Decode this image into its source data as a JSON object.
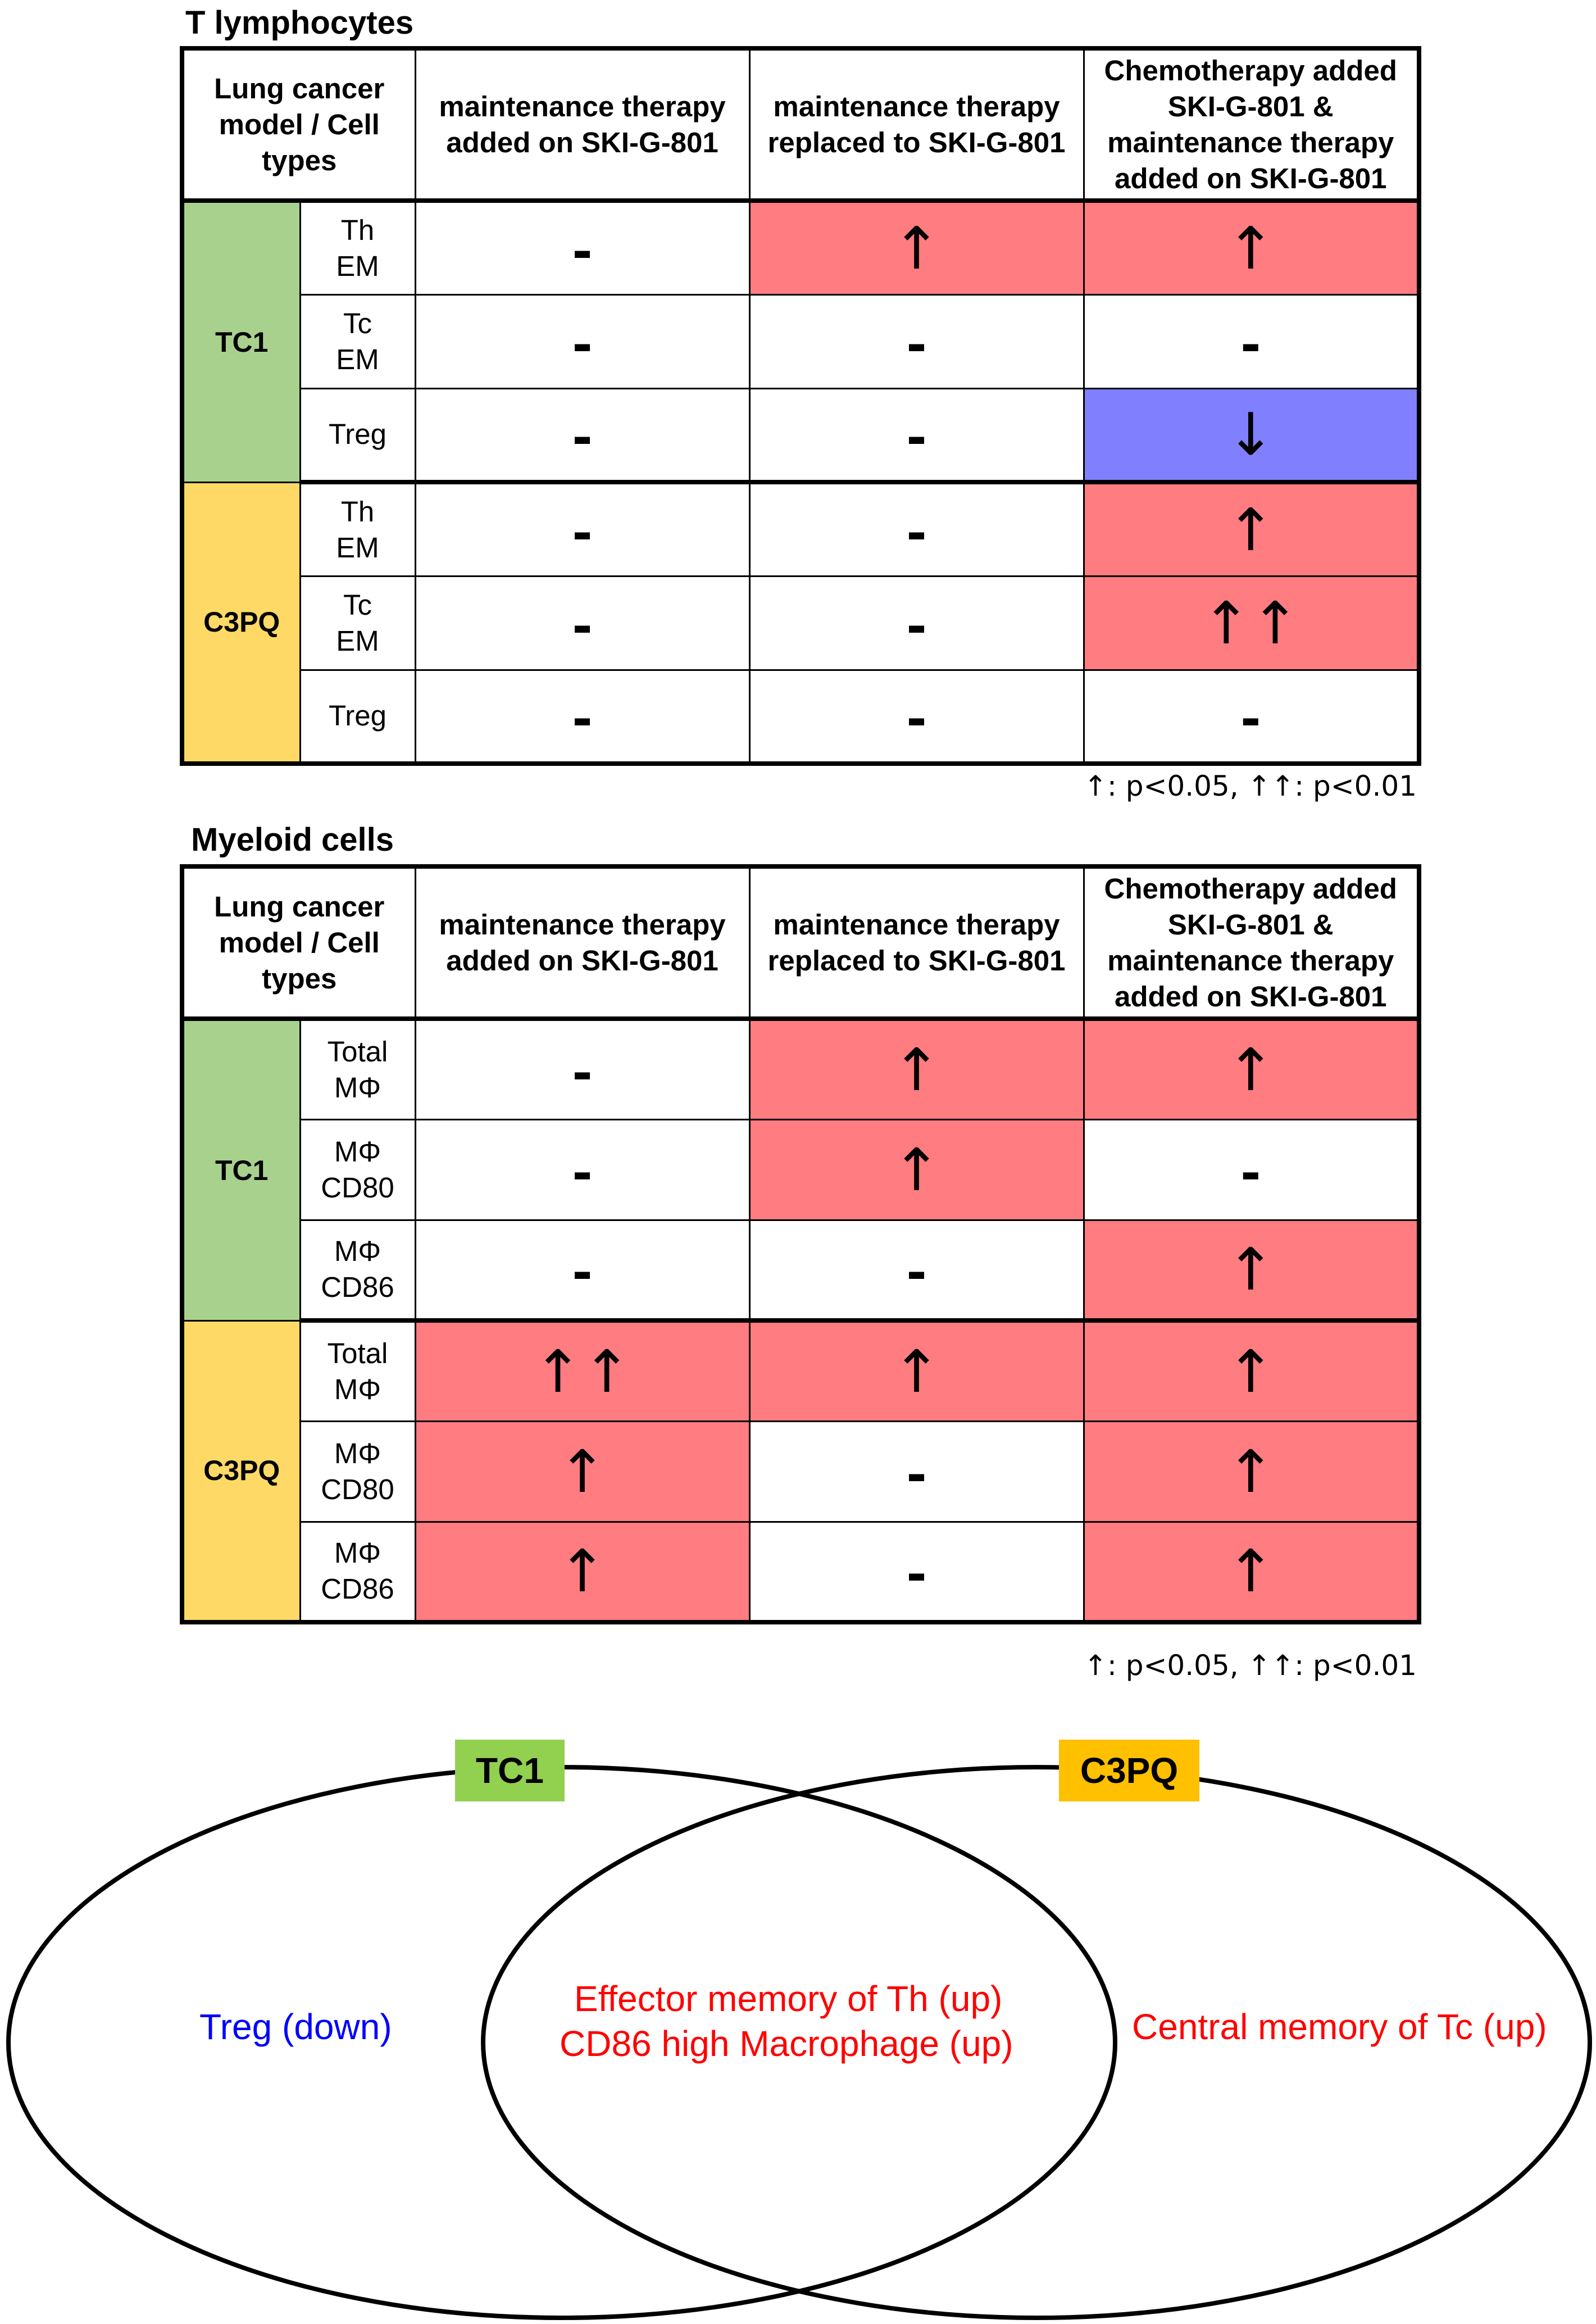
{
  "t_section": {
    "title": "T lymphocytes",
    "header": {
      "model_col": "Lung cancer model / Cell types",
      "col1": "maintenance therapy added on SKI-G-801",
      "col2": "maintenance therapy replaced to SKI-G-801",
      "col3": "Chemotherapy added SKI-G-801 & maintenance therapy added on SKI-G-801"
    },
    "groups": [
      {
        "model": "TC1",
        "color": "#a9d18e",
        "rows": [
          {
            "cell_type": "Th EM",
            "values": [
              "-",
              "↑",
              "↑"
            ]
          },
          {
            "cell_type": "Tc EM",
            "values": [
              "-",
              "-",
              "-"
            ]
          },
          {
            "cell_type": "Treg",
            "values": [
              "-",
              "-",
              "↓"
            ]
          }
        ]
      },
      {
        "model": "C3PQ",
        "color": "#ffd966",
        "rows": [
          {
            "cell_type": "Th EM",
            "values": [
              "-",
              "-",
              "↑"
            ]
          },
          {
            "cell_type": "Tc EM",
            "values": [
              "-",
              "-",
              "↑↑"
            ]
          },
          {
            "cell_type": "Treg",
            "values": [
              "-",
              "-",
              "-"
            ]
          }
        ]
      }
    ],
    "note": "↑: p<0.05, ↑↑: p<0.01"
  },
  "m_section": {
    "title": "Myeloid cells",
    "header": {
      "model_col": "Lung cancer model / Cell types",
      "col1": "maintenance therapy added on SKI-G-801",
      "col2": "maintenance therapy replaced to SKI-G-801",
      "col3": "Chemotherapy added SKI-G-801 & maintenance therapy added on SKI-G-801"
    },
    "groups": [
      {
        "model": "TC1",
        "color": "#a9d18e",
        "rows": [
          {
            "cell_type": "Total MΦ",
            "values": [
              "-",
              "↑",
              "↑"
            ]
          },
          {
            "cell_type": "MΦ CD80",
            "values": [
              "-",
              "↑",
              "-"
            ]
          },
          {
            "cell_type": "MΦ CD86",
            "values": [
              "-",
              "-",
              "↑"
            ]
          }
        ]
      },
      {
        "model": "C3PQ",
        "color": "#ffd966",
        "rows": [
          {
            "cell_type": "Total MΦ",
            "values": [
              "↑↑",
              "↑",
              "↑"
            ]
          },
          {
            "cell_type": "MΦ CD80",
            "values": [
              "↑",
              "-",
              "↑"
            ]
          },
          {
            "cell_type": "MΦ CD86",
            "values": [
              "↑",
              "-",
              "↑"
            ]
          }
        ]
      }
    ],
    "note": "↑: p<0.05, ↑↑: p<0.01"
  },
  "colors": {
    "up": "#ff7c80",
    "down": "#8080ff",
    "tc1": "#a9d18e",
    "c3pq": "#ffd966",
    "venn_tc1_badge": "#92d050",
    "venn_c3pq_badge": "#ffc000"
  },
  "venn": {
    "left_label": "TC1",
    "right_label": "C3PQ",
    "left_only": "Treg (down)",
    "overlap_line1": "Effector memory of Th (up)",
    "overlap_line2": "CD86 high Macrophage (up)",
    "right_only": "Central memory of Tc (up)",
    "left_only_color": "#0000ff",
    "overlap_color": "#ff0000",
    "right_only_color": "#ff0000"
  }
}
